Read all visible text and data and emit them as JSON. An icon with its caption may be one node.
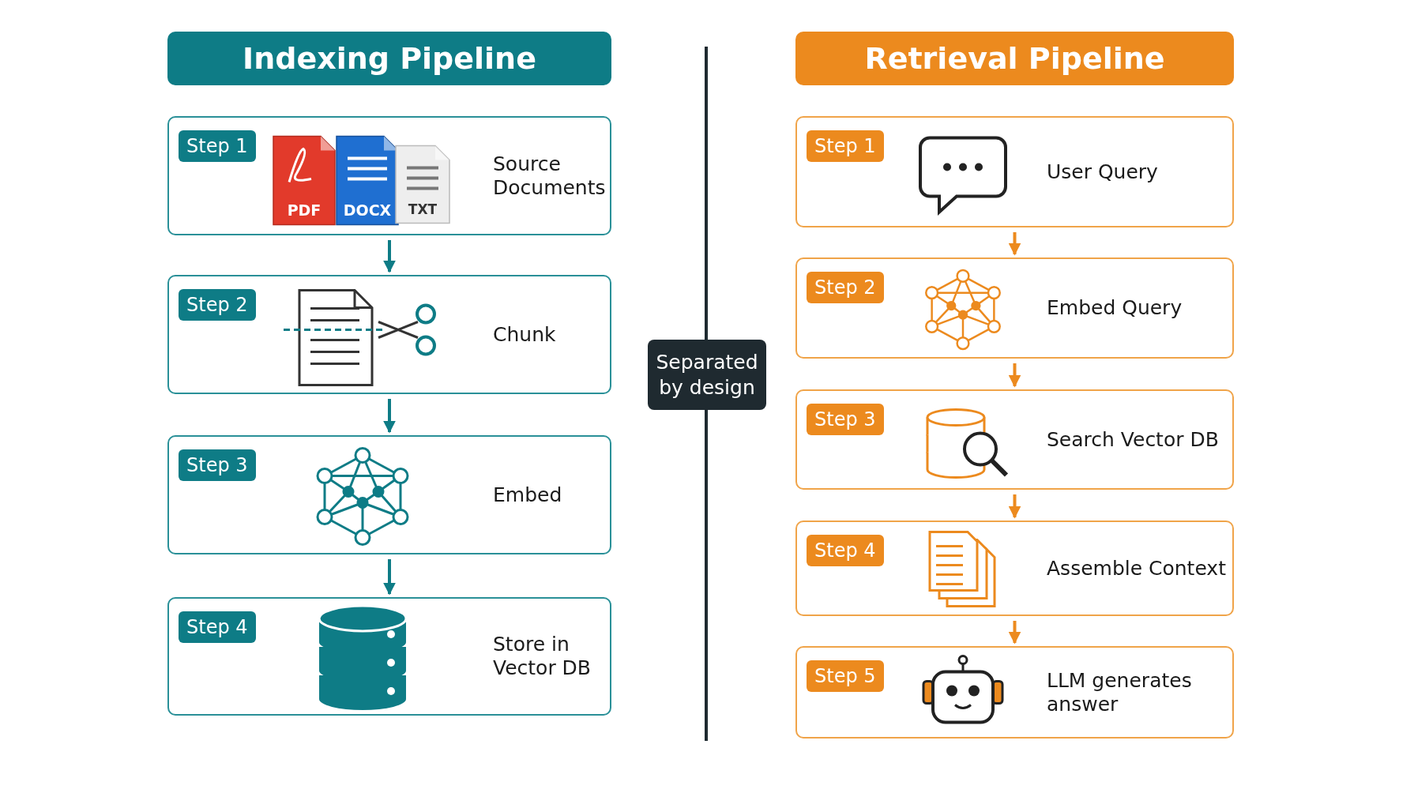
{
  "diagram": {
    "nodes": [
      {
        "text": [
          "Indexing Pipeline"
        ]
      },
      {
        "text": [
          "Step 1",
          "Source Documents"
        ]
      },
      {
        "text": [
          "Step 2",
          "Chunk"
        ]
      },
      {
        "text": [
          "Step 3",
          "Embed"
        ]
      },
      {
        "text": [
          "Step 4",
          "Store in Vector DB"
        ]
      },
      {
        "text": [
          "Separated by design"
        ]
      },
      {
        "text": [
          "Retrieval Pipeline"
        ]
      },
      {
        "text": [
          "Step 1",
          "User Query"
        ]
      },
      {
        "text": [
          "Step 2",
          "Embed Query"
        ]
      },
      {
        "text": [
          "Step 3",
          "Search Vector DB"
        ]
      },
      {
        "text": [
          "Step 4",
          "Assemble Context"
        ]
      },
      {
        "text": [
          "Step 5",
          "LLM generates answer"
        ]
      }
    ],
    "edges": [
      {
        "from": 1,
        "to": 2,
        "arrow": "to",
        "color": "#0e7c86"
      },
      {
        "from": 2,
        "to": 3,
        "arrow": "to",
        "color": "#0e7c86"
      },
      {
        "from": 3,
        "to": 4,
        "arrow": "to",
        "color": "#0e7c86"
      },
      {
        "from": 7,
        "to": 8,
        "arrow": "to"
      },
      {
        "from": 8,
        "to": 9,
        "arrow": "to"
      },
      {
        "from": 9,
        "to": 10,
        "arrow": "to"
      },
      {
        "from": 10,
        "to": 11,
        "arrow": "to"
      }
    ],
    "labels": [
      "PDF",
      "DOCX",
      "TXT"
    ]
  }
}
